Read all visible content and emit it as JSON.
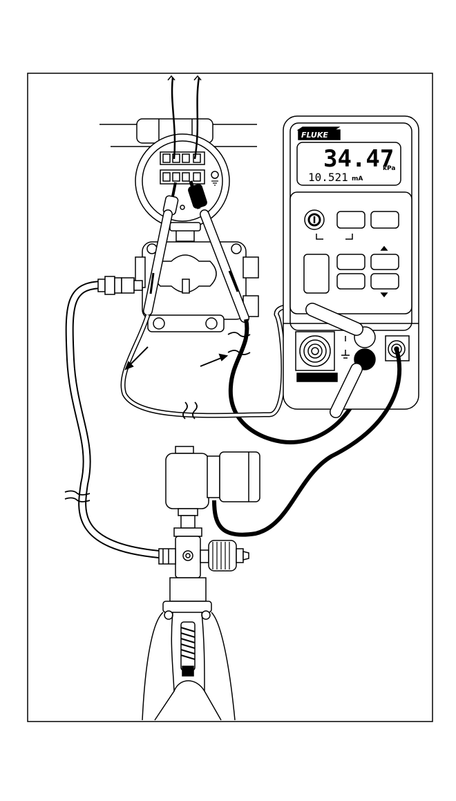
{
  "calibrator": {
    "brand": "FLUKE",
    "primary_reading": "34.47",
    "primary_unit": "kPa",
    "secondary_reading": "10.521",
    "secondary_unit": "mA"
  },
  "colors": {
    "line": "#000000",
    "background": "#ffffff",
    "lcd_background": "#ffffff",
    "black_lead": "#000000",
    "gray_lead": "#ffffff"
  },
  "icons": [
    "power-icon",
    "ground-icon",
    "arrow-up-icon",
    "arrow-down-icon"
  ]
}
